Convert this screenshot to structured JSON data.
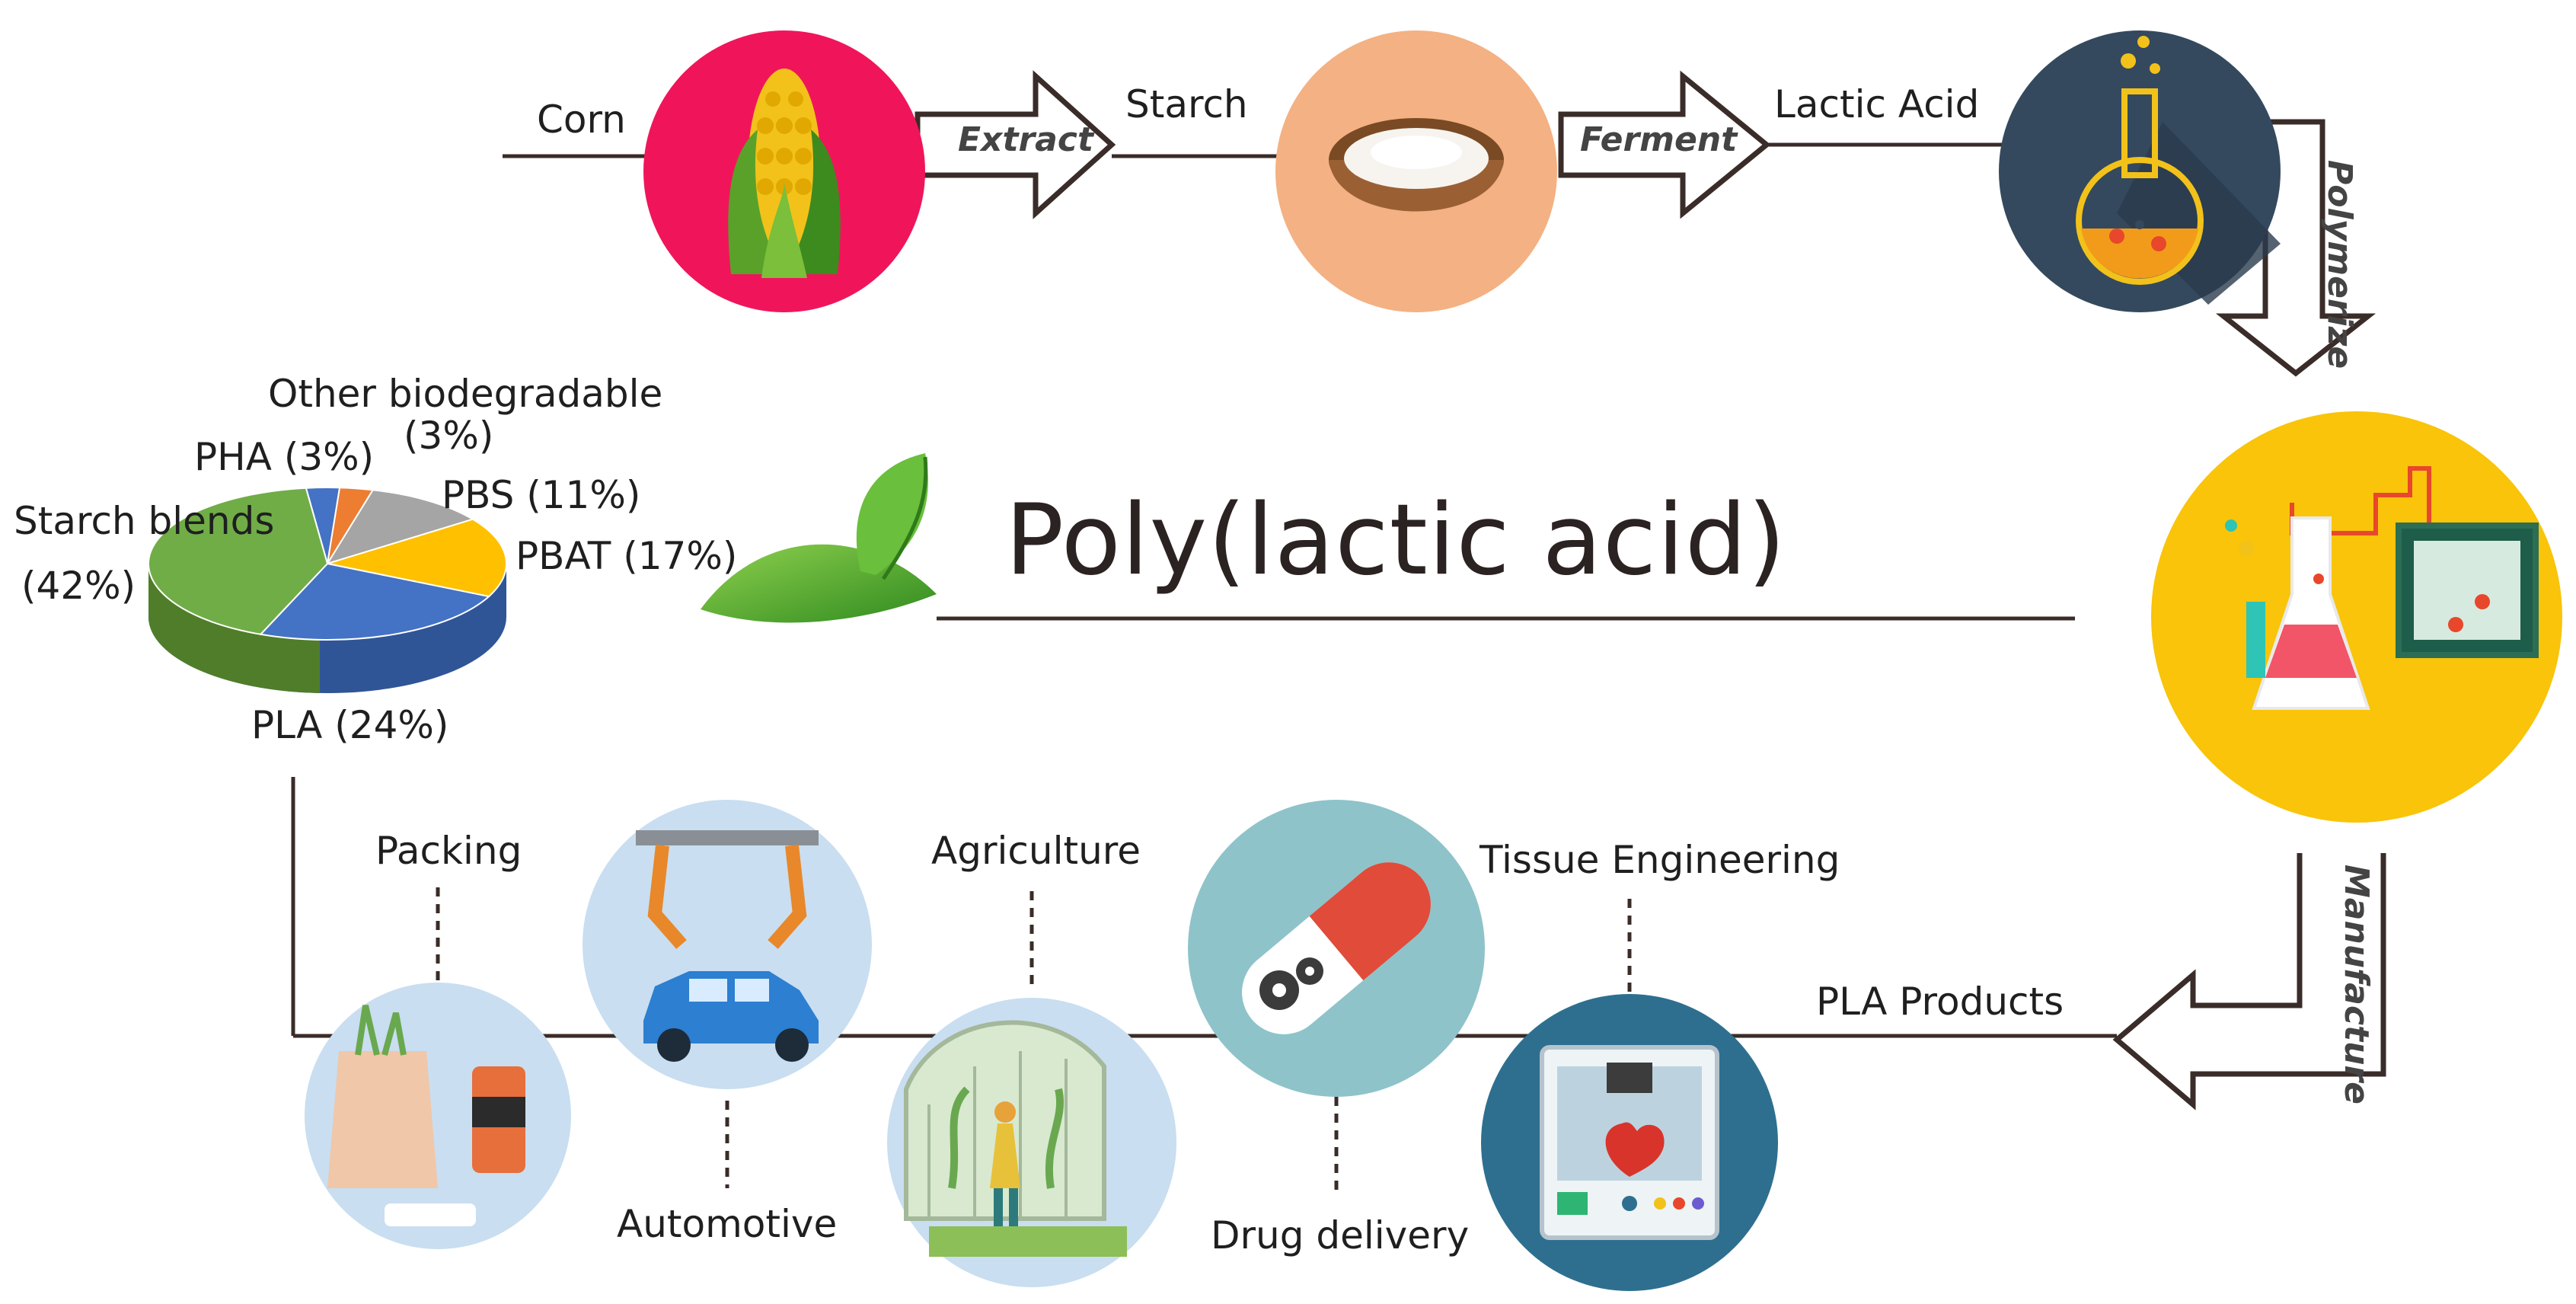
{
  "title": "Poly(lactic acid)",
  "stages": {
    "corn": "Corn",
    "starch": "Starch",
    "lactic_acid": "Lactic Acid",
    "pla_products": "PLA Products"
  },
  "verbs": {
    "extract": "Extract",
    "ferment": "Ferment",
    "polymerize": "Polymerize",
    "manufacture": "Manufacture"
  },
  "applications": {
    "packing": "Packing",
    "automotive": "Automotive",
    "agriculture": "Agriculture",
    "drug_delivery": "Drug delivery",
    "tissue_engineering": "Tissue Engineering"
  },
  "pie_labels": {
    "other_line1": "Other biodegradable",
    "other_line2": "(3%)",
    "pha": "PHA (3%)",
    "pbs": "PBS (11%)",
    "pbat": "PBAT (17%)",
    "starch_line1": "Starch blends",
    "starch_line2": "(42%)",
    "pla": "PLA (24%)"
  },
  "chart_data": {
    "type": "pie",
    "categories": [
      "Starch blends",
      "PLA",
      "PBAT",
      "PBS",
      "PHA",
      "Other biodegradable"
    ],
    "values": [
      42,
      24,
      17,
      11,
      3,
      3
    ],
    "colors": [
      "#70ad47",
      "#4472c4",
      "#ffc000",
      "#a5a5a5",
      "#4472c4",
      "#ed7d31"
    ]
  },
  "colors": {
    "corn_circle": "#f0155a",
    "starch_circle": "#f4b183",
    "lactic_circle": "#34495e",
    "pla_circle": "#f9c409",
    "app_circle": "#c9def0",
    "drug_circle": "#8ec3c9",
    "tissue_circle": "#2e6f8f",
    "arrow": "#3a2c28"
  }
}
